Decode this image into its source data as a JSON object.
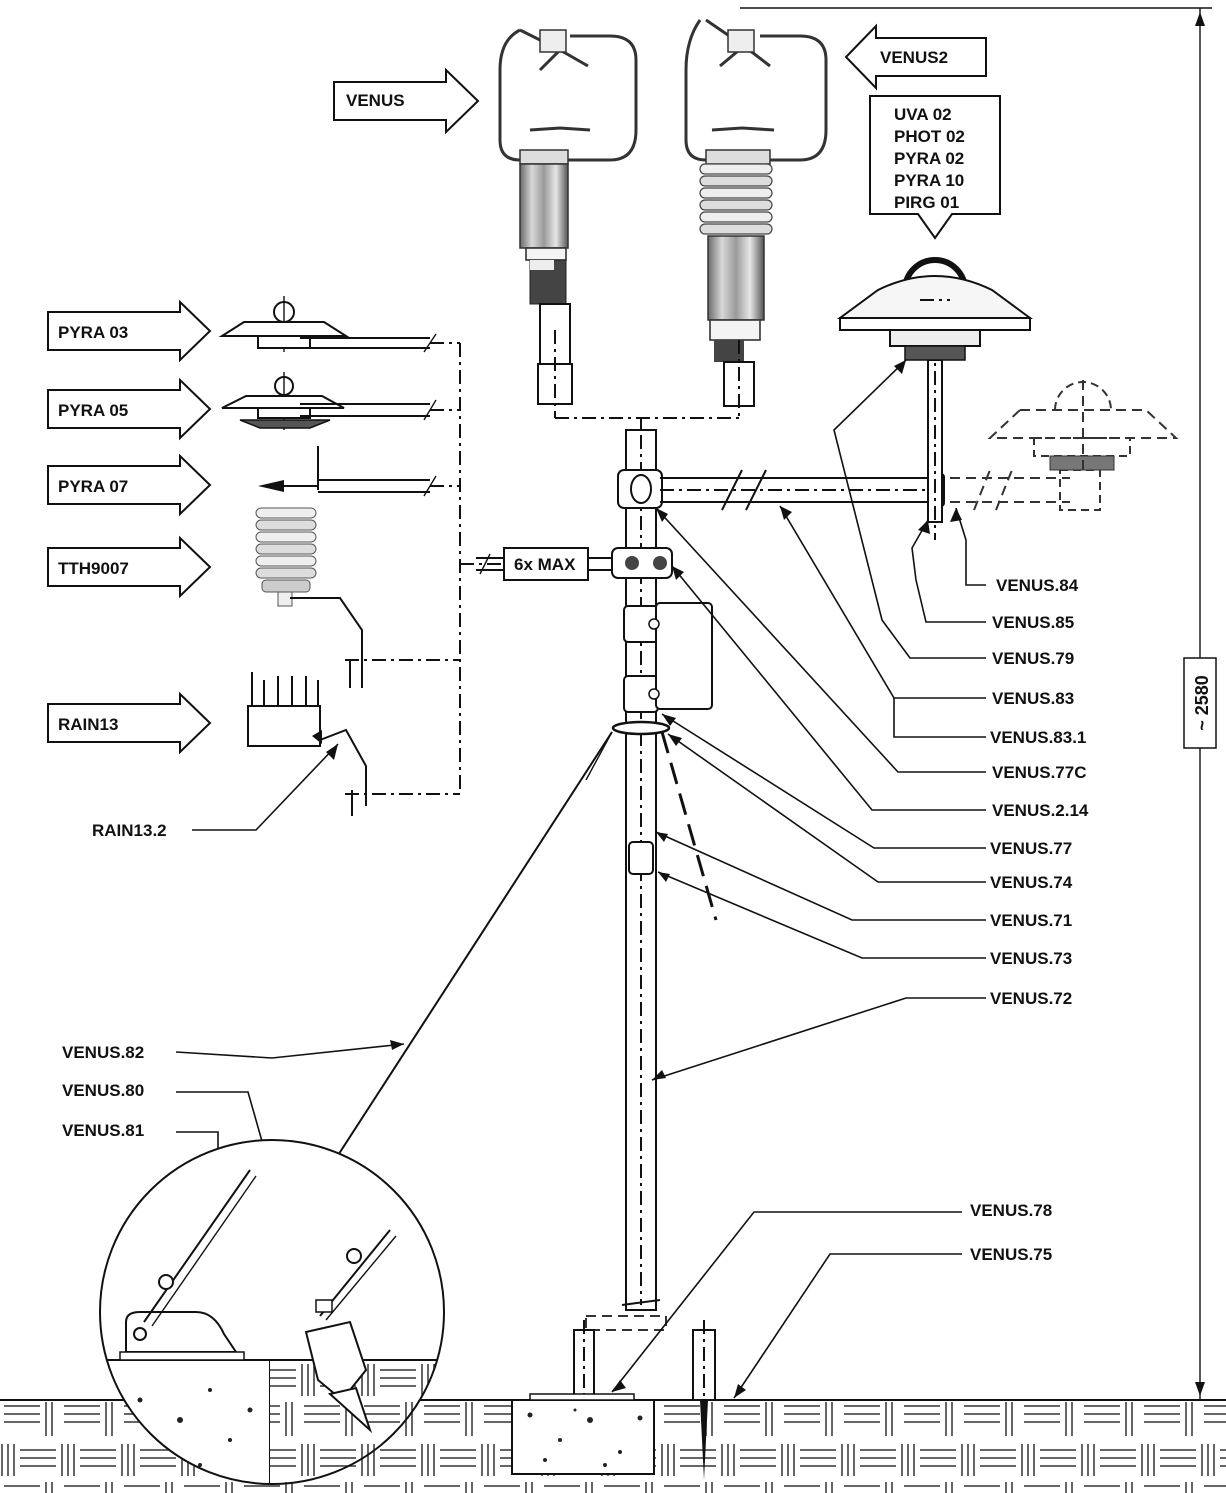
{
  "arrows_right": {
    "venus": "VENUS",
    "pyra03": "PYRA 03",
    "pyra05": "PYRA 05",
    "pyra07": "PYRA 07",
    "tth9007": "TTH9007",
    "rain13": "RAIN13"
  },
  "arrow_left": {
    "venus2": "VENUS2"
  },
  "sensor_box": {
    "lines": [
      "UVA 02",
      "PHOT 02",
      "PYRA 02",
      "PYRA 10",
      "PIRG 01"
    ]
  },
  "max_box": "6x MAX",
  "dimension": "~ 2580",
  "left_callouts": {
    "rain13_2": "RAIN13.2",
    "venus82": "VENUS.82",
    "venus80": "VENUS.80",
    "venus81": "VENUS.81"
  },
  "right_callouts": [
    "VENUS.84",
    "VENUS.85",
    "VENUS.79",
    "VENUS.83",
    "VENUS.83.1",
    "VENUS.77C",
    "VENUS.2.14",
    "VENUS.77",
    "VENUS.74",
    "VENUS.71",
    "VENUS.73",
    "VENUS.72",
    "VENUS.78",
    "VENUS.75"
  ]
}
